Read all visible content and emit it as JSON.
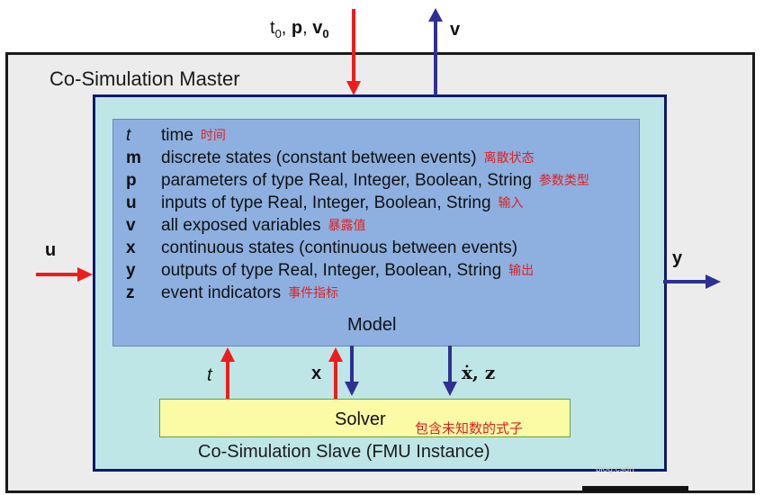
{
  "master": {
    "title": "Co-Simulation Master"
  },
  "slave": {
    "title": "Co-Simulation Slave (FMU Instance)"
  },
  "model": {
    "title": "Model",
    "rows": [
      {
        "symbol": "t",
        "desc": "time",
        "note": "时间"
      },
      {
        "symbol": "m",
        "desc": "discrete states (constant between events)",
        "note": "离散状态"
      },
      {
        "symbol": "p",
        "desc": "parameters of type Real, Integer, Boolean, String",
        "note": "参数类型"
      },
      {
        "symbol": "u",
        "desc": "inputs of type Real, Integer, Boolean, String",
        "note": "输入"
      },
      {
        "symbol": "v",
        "desc": "all exposed variables",
        "note": "暴露值"
      },
      {
        "symbol": "x",
        "desc": "continuous states (continuous between events)",
        "note": ""
      },
      {
        "symbol": "y",
        "desc": "outputs of type Real, Integer, Boolean, String",
        "note": "输出"
      },
      {
        "symbol": "z",
        "desc": "event indicators",
        "note": "事件指标"
      }
    ]
  },
  "solver": {
    "label": "Solver",
    "note": "包含未知数的式子"
  },
  "signals": {
    "top_in_t": "t",
    "top_in_sub": "0",
    "top_in_rest": ", ",
    "top_in_p": "p",
    "top_in_sep": ", ",
    "top_in_v": "v",
    "top_in_vsub": "0",
    "top_out": "v",
    "left_in": "u",
    "right_out": "y",
    "solver_t": "t",
    "solver_x": "x",
    "model_out": "ẋ, z"
  },
  "watermark": "blog.csdn",
  "colors": {
    "red_arrow": "#ee1c1c",
    "blue_arrow": "#2e3192",
    "master_bg": "#ececec",
    "slave_bg": "#bfe6e6",
    "model_bg": "#8eb0e0",
    "solver_bg": "#fbfba6",
    "note_text": "#e02020"
  }
}
